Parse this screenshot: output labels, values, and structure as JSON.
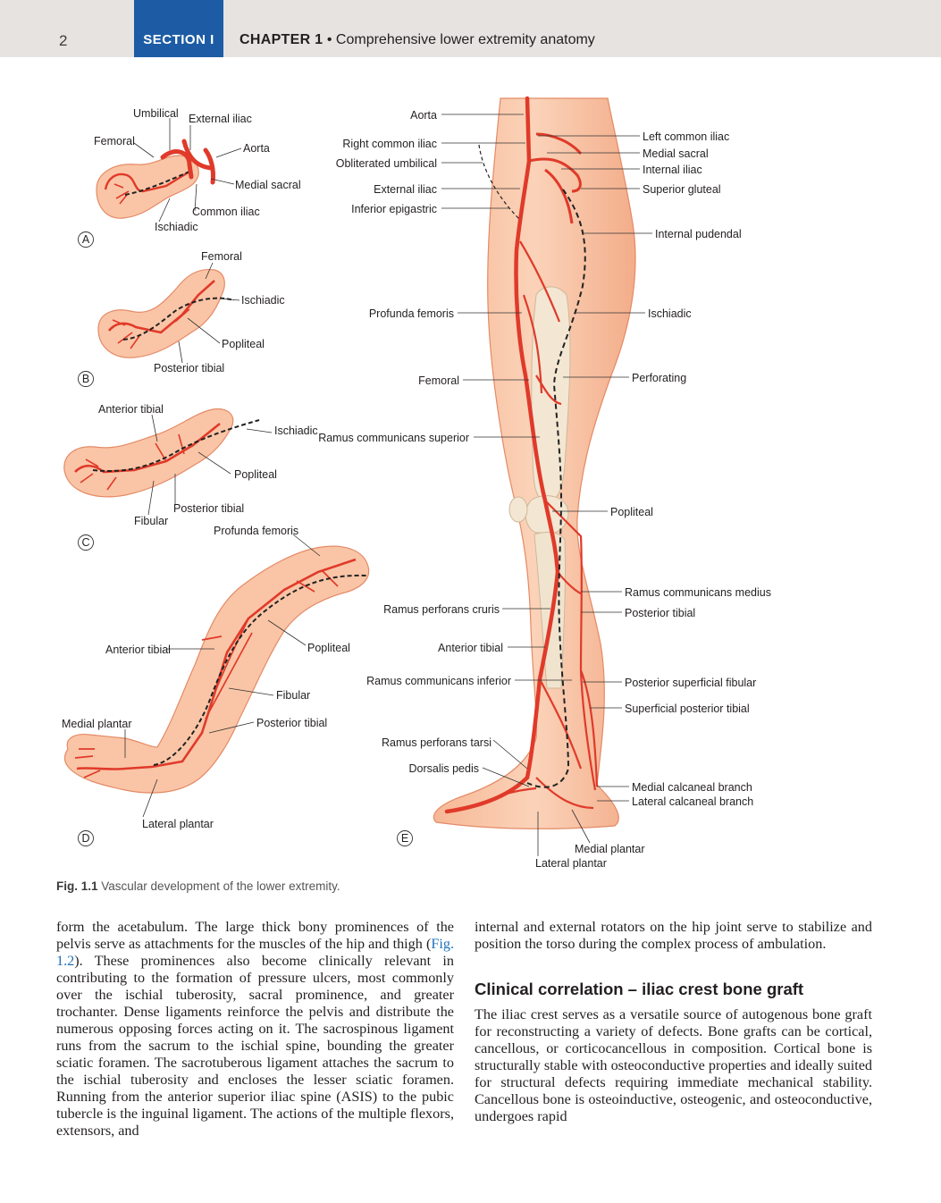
{
  "header": {
    "page_number": "2",
    "section": "SECTION I",
    "chapter": "CHAPTER 1",
    "bullet": "•",
    "chapter_title": "Comprehensive lower extremity anatomy"
  },
  "figure": {
    "panel_letters": {
      "a": "A",
      "b": "B",
      "c": "C",
      "d": "D",
      "e": "E"
    },
    "panel_a": {
      "umbilical": "Umbilical",
      "external_iliac": "External iliac",
      "femoral": "Femoral",
      "aorta": "Aorta",
      "medial_sacral": "Medial sacral",
      "common_iliac": "Common iliac",
      "ischiadic": "Ischiadic"
    },
    "panel_b": {
      "femoral": "Femoral",
      "ischiadic": "Ischiadic",
      "popliteal": "Popliteal",
      "posterior_tibial": "Posterior tibial"
    },
    "panel_c": {
      "anterior_tibial": "Anterior tibial",
      "ischiadic": "Ischiadic",
      "popliteal": "Popliteal",
      "posterior_tibial": "Posterior tibial",
      "fibular": "Fibular"
    },
    "panel_d": {
      "profunda_femoris": "Profunda femoris",
      "anterior_tibial": "Anterior tibial",
      "popliteal": "Popliteal",
      "fibular": "Fibular",
      "medial_plantar": "Medial plantar",
      "posterior_tibial": "Posterior tibial",
      "lateral_plantar": "Lateral plantar"
    },
    "panel_e": {
      "aorta": "Aorta",
      "right_common_iliac": "Right common iliac",
      "obliterated_umbilical": "Obliterated umbilical",
      "external_iliac": "External iliac",
      "inferior_epigastric": "Inferior epigastric",
      "profunda_femoris": "Profunda femoris",
      "femoral": "Femoral",
      "ramus_communicans_superior": "Ramus communicans superior",
      "ramus_perforans_cruris": "Ramus perforans cruris",
      "anterior_tibial": "Anterior tibial",
      "ramus_communicans_inferior": "Ramus communicans inferior",
      "ramus_perforans_tarsi": "Ramus perforans tarsi",
      "dorsalis_pedis": "Dorsalis pedis",
      "left_common_iliac": "Left common iliac",
      "medial_sacral": "Medial sacral",
      "internal_iliac": "Internal iliac",
      "superior_gluteal": "Superior gluteal",
      "internal_pudendal": "Internal pudendal",
      "ischiadic": "Ischiadic",
      "perforating": "Perforating",
      "popliteal": "Popliteal",
      "ramus_communicans_medius": "Ramus communicans medius",
      "posterior_tibial": "Posterior tibial",
      "posterior_superficial_fibular": "Posterior superficial fibular",
      "superficial_posterior_tibial": "Superficial posterior tibial",
      "medial_calcaneal_branch": "Medial calcaneal branch",
      "lateral_calcaneal_branch": "Lateral calcaneal branch",
      "medial_plantar": "Medial plantar",
      "lateral_plantar": "Lateral plantar"
    },
    "caption_label": "Fig. 1.1",
    "caption_text": "Vascular development of the lower extremity."
  },
  "body": {
    "left_p1_before_link": "form the acetabulum. The large thick bony prominences of the pelvis serve as attachments for the muscles of the hip and thigh (",
    "left_p1_link": "Fig. 1.2",
    "left_p1_after_link": "). These prominences also become clinically relevant in contributing to the formation of pressure ulcers, most commonly over the ischial tuberosity, sacral prominence, and greater trochanter. Dense ligaments reinforce the pelvis and distribute the numerous opposing forces acting on it. The sacrospinous ligament runs from the sacrum to the ischial spine, bounding the greater sciatic foramen. The sacrotuberous ligament attaches the sacrum to the ischial tuberosity and encloses the lesser sciatic foramen. Running from the anterior superior iliac spine (ASIS) to the pubic tubercle is the inguinal ligament. The actions of the multiple flexors, extensors, and",
    "right_p1": "internal and external rotators on the hip joint serve to stabilize and position the torso during the complex process of ambulation.",
    "right_heading": "Clinical correlation – iliac crest bone graft",
    "right_p2": "The iliac crest serves as a versatile source of autogenous bone graft for reconstructing a variety of defects. Bone grafts can be cortical, cancellous, or corticocancellous in composition. Cortical bone is structurally stable with osteoconductive properties and ideally suited for structural defects requiring immediate mechanical stability. Cancellous bone is osteoinductive, osteogenic, and osteoconductive, undergoes rapid"
  },
  "colors": {
    "section_blue": "#1d5ca4",
    "header_gray": "#e6e3e0",
    "skin": "#f8c6a8",
    "artery_red": "#e03a2a",
    "link_blue": "#1d6fb8"
  }
}
